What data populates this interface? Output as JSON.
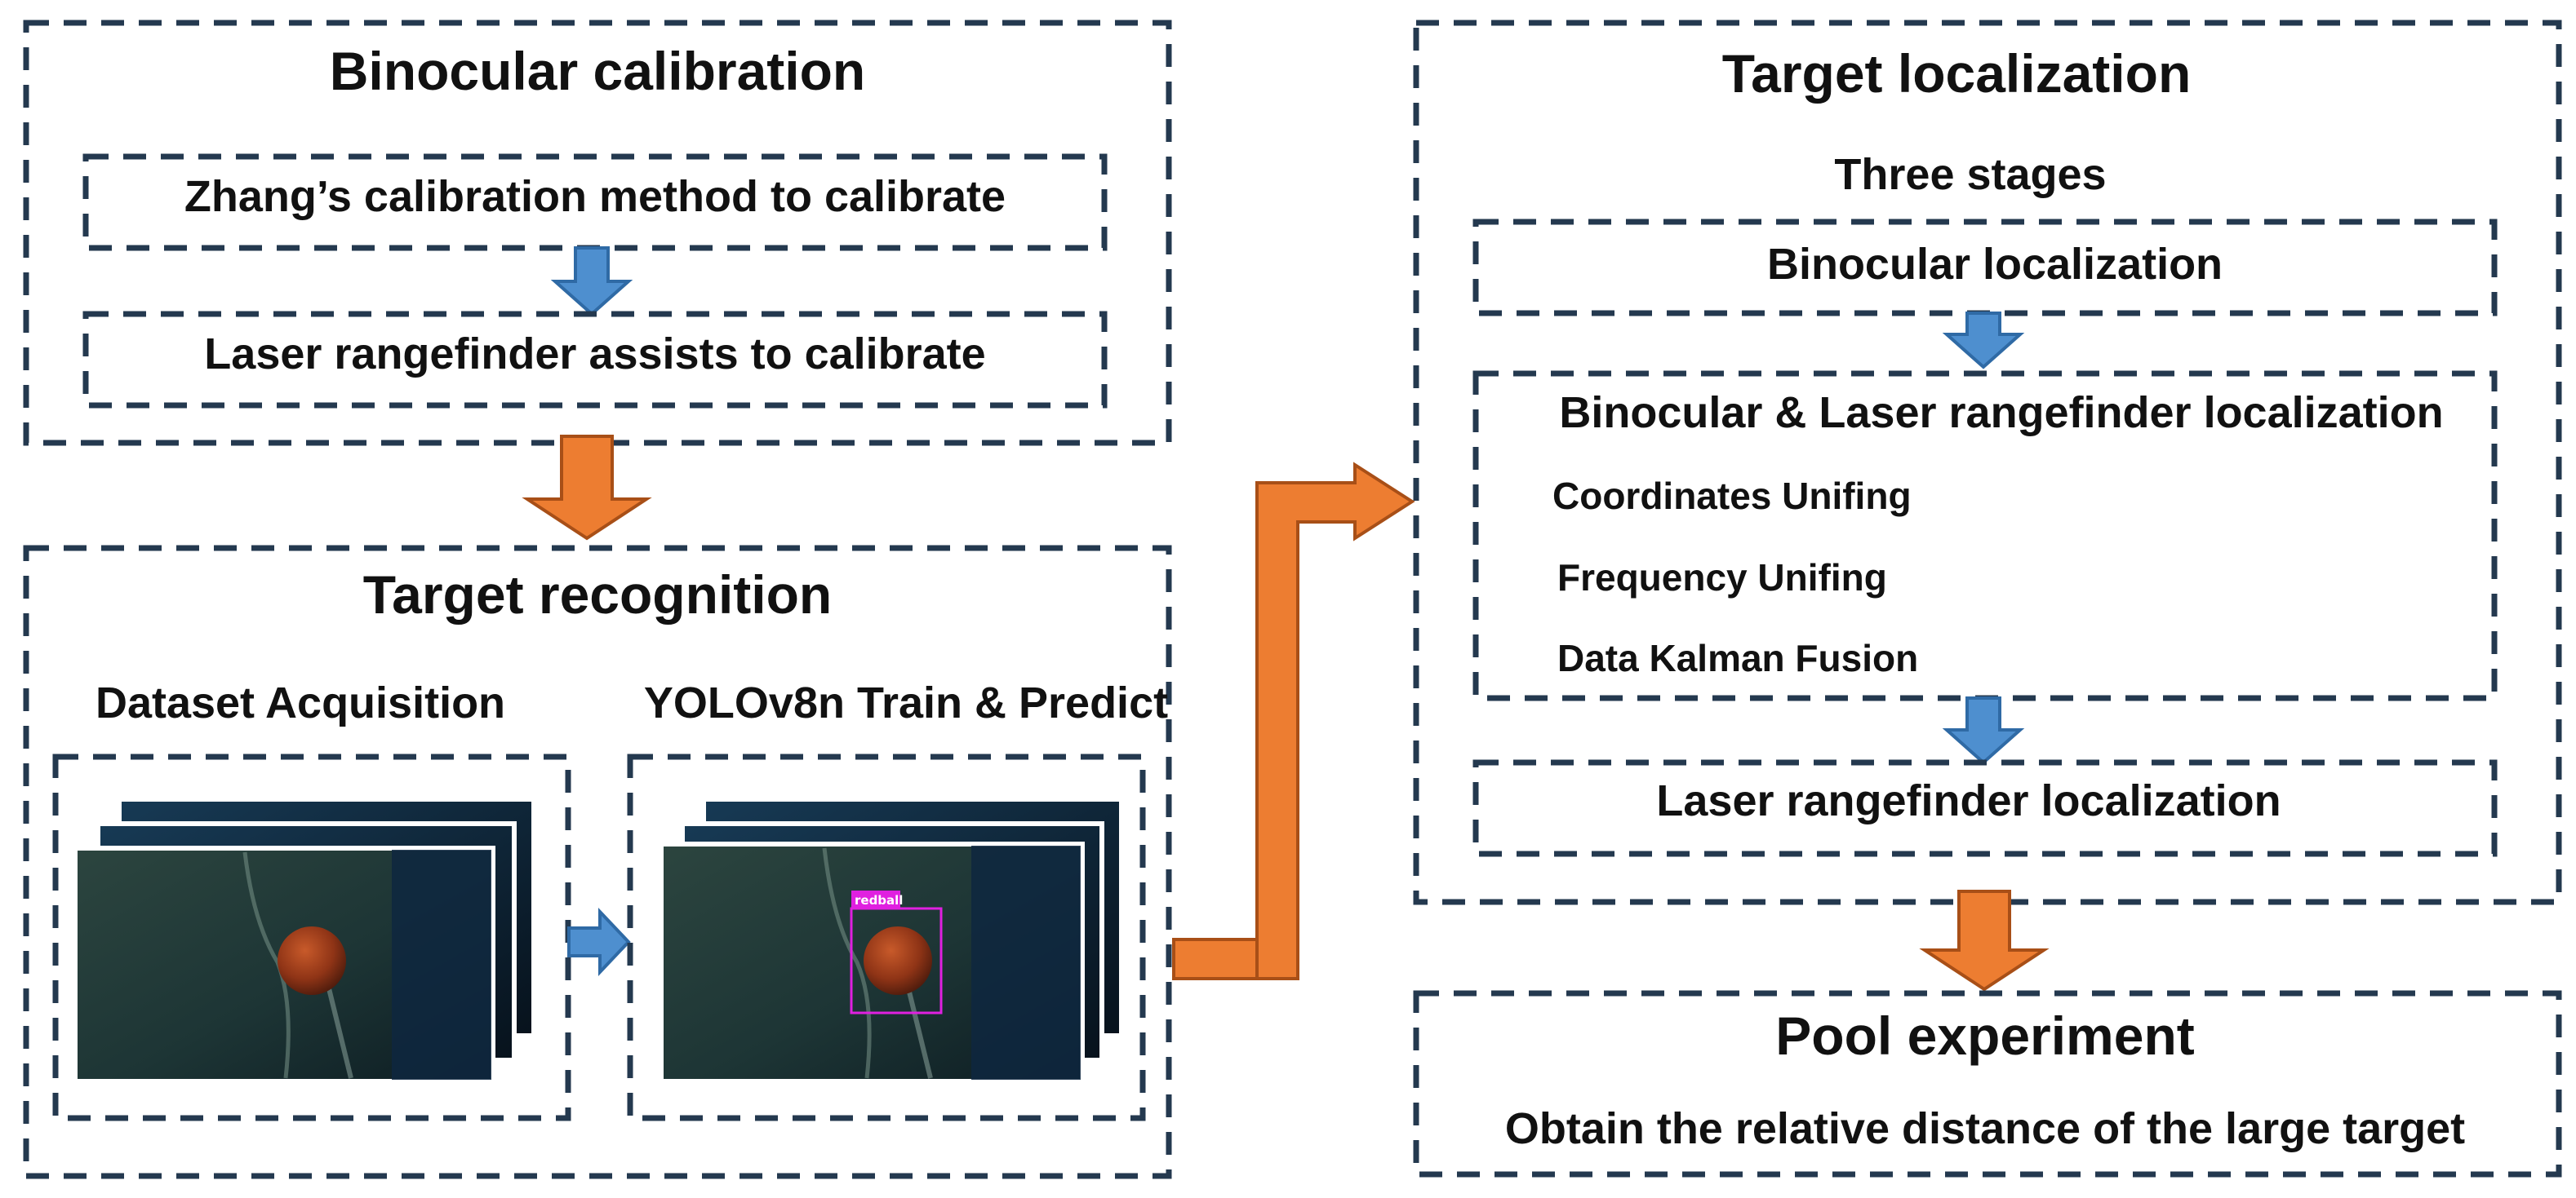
{
  "colors": {
    "border": "#24394f",
    "blue_arrow": "#4e8fcf",
    "blue_arrow_stroke": "#2f6aa5",
    "orange_arrow": "#ed7d31",
    "orange_arrow_stroke": "#a84f17",
    "detection_box": "#e020e0"
  },
  "calibration": {
    "title": "Binocular calibration",
    "step1": "Zhang’s calibration method to calibrate",
    "step2": "Laser rangefinder assists  to calibrate"
  },
  "recognition": {
    "title": "Target recognition",
    "dataset_label": "Dataset Acquisition",
    "yolo_label": "YOLOv8n Train & Predict",
    "detection_tag": "redball"
  },
  "localization": {
    "title": "Target localization",
    "subtitle": "Three stages",
    "stage1": "Binocular localization",
    "stage2": "Binocular & Laser rangefinder localization",
    "stage2_items": [
      "Coordinates Unifing",
      "Frequency Unifing",
      "Data Kalman Fusion"
    ],
    "stage3": "Laser rangefinder localization"
  },
  "experiment": {
    "title": "Pool experiment",
    "description": "Obtain the relative distance of the large target"
  }
}
